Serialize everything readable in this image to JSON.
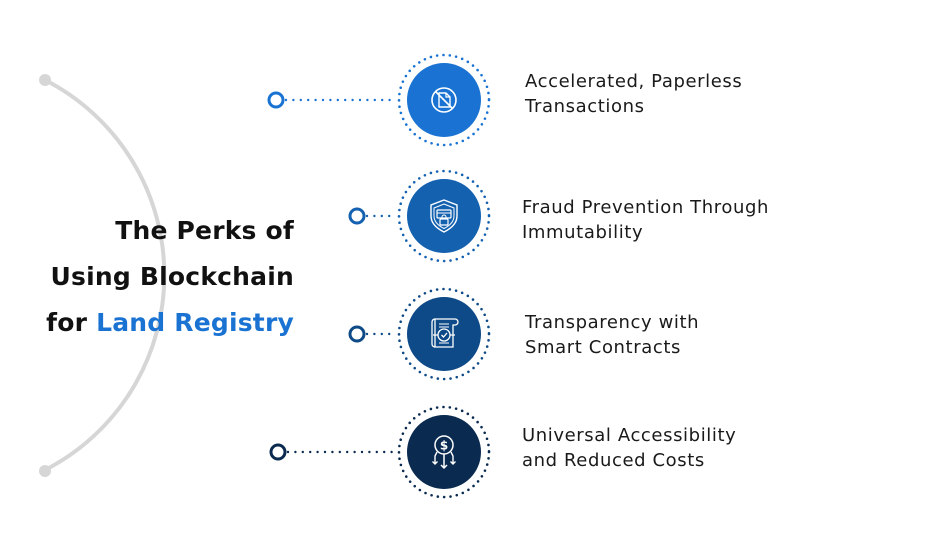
{
  "title": {
    "line1": "The Perks of",
    "line2": "Using Blockchain",
    "line3_prefix": "for ",
    "line3_accent": "Land Registry",
    "accent_color": "#1a73d2"
  },
  "items": [
    {
      "line1": "Accelerated, Paperless",
      "line2": "Transactions",
      "icon": "no-paper-icon",
      "color": "#1a73d2"
    },
    {
      "line1": "Fraud Prevention Through",
      "line2": "Immutability",
      "icon": "shield-lock-icon",
      "color": "#1461b0"
    },
    {
      "line1": "Transparency with",
      "line2": "Smart Contracts",
      "icon": "smart-contract-icon",
      "color": "#0e4a87"
    },
    {
      "line1": "Universal Accessibility",
      "line2": "and Reduced Costs",
      "icon": "dollar-down-arrows-icon",
      "color": "#0b2a50"
    }
  ],
  "arc_color": "#d6d6d6"
}
